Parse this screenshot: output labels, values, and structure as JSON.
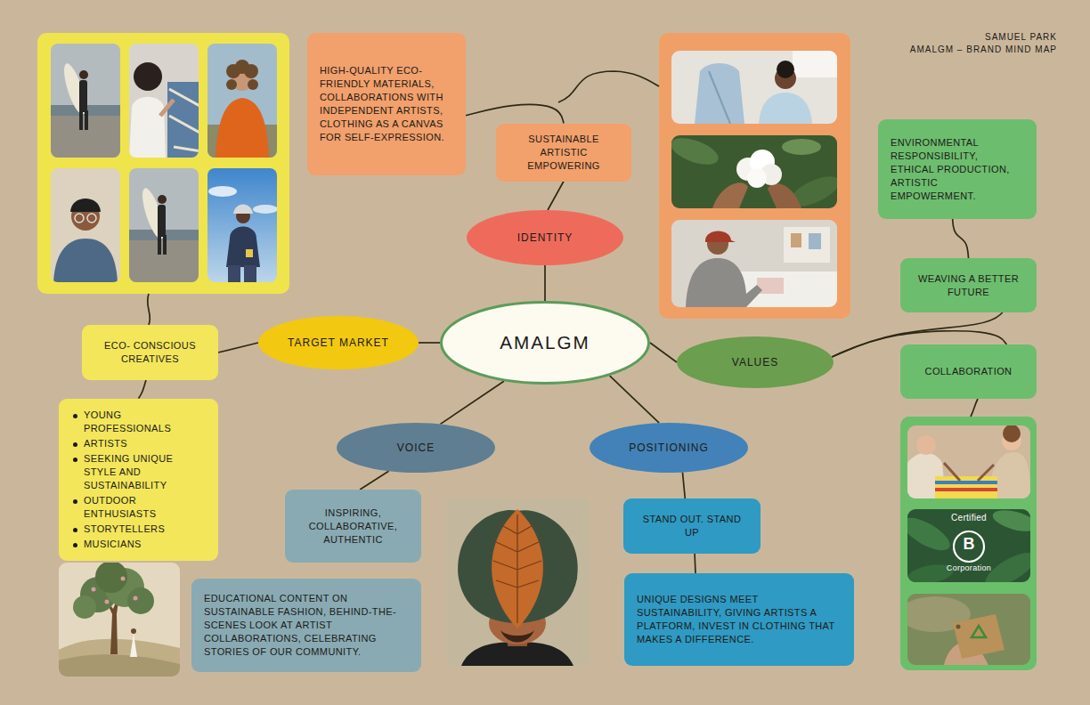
{
  "diagram": {
    "title": "AMALGM – BRAND MIND MAP",
    "nodes": [
      {
        "text": [
          "AMALGM"
        ]
      },
      {
        "text": [
          "IDENTITY"
        ]
      },
      {
        "text": [
          "SUSTAINABLE ARTISTIC EMPOWERING"
        ]
      },
      {
        "text": [
          "HIGH-QUALITY ECO-FRIENDLY MATERIALS, COLLABORATIONS WITH INDEPENDENT ARTISTS, CLOTHING AS A CANVAS FOR SELF-EXPRESSION."
        ]
      },
      {
        "text": [
          "TARGET MARKET"
        ]
      },
      {
        "text": [
          "ECO- CONSCIOUS CREATIVES"
        ]
      },
      {
        "text": [
          "YOUNG PROFESSIONALS",
          "ARTISTS",
          "SEEKING UNIQUE STYLE AND SUSTAINABILITY",
          "OUTDOOR ENTHUSIASTS",
          "STORYTELLERS",
          "MUSICIANS"
        ]
      },
      {
        "text": [
          "VALUES"
        ]
      },
      {
        "text": [
          "WEAVING A BETTER FUTURE"
        ]
      },
      {
        "text": [
          "ENVIRONMENTAL RESPONSIBILITY, ETHICAL PRODUCTION, ARTISTIC EMPOWERMENT."
        ]
      },
      {
        "text": [
          "COLLABORATION"
        ]
      },
      {
        "text": [
          "VOICE"
        ]
      },
      {
        "text": [
          "INSPIRING, COLLABORATIVE, AUTHENTIC"
        ]
      },
      {
        "text": [
          "EDUCATIONAL CONTENT ON SUSTAINABLE FASHION, BEHIND-THE-SCENES LOOK AT ARTIST COLLABORATIONS, CELEBRATING STORIES OF OUR COMMUNITY."
        ]
      },
      {
        "text": [
          "POSITIONING"
        ]
      },
      {
        "text": [
          "STAND OUT. STAND UP"
        ]
      },
      {
        "text": [
          "UNIQUE DESIGNS MEET SUSTAINABILITY, GIVING ARTISTS A PLATFORM, INVEST IN CLOTHING THAT MAKES A DIFFERENCE."
        ]
      }
    ],
    "edges": [
      {
        "from": 0,
        "to": 1,
        "arrow": "none"
      },
      {
        "from": 1,
        "to": 2,
        "arrow": "none"
      },
      {
        "from": 2,
        "to": 3,
        "arrow": "none"
      },
      {
        "from": 0,
        "to": 4,
        "arrow": "none"
      },
      {
        "from": 4,
        "to": 5,
        "arrow": "none"
      },
      {
        "from": 5,
        "to": 6,
        "arrow": "none"
      },
      {
        "from": 0,
        "to": 7,
        "arrow": "none"
      },
      {
        "from": 7,
        "to": 8,
        "arrow": "none"
      },
      {
        "from": 8,
        "to": 9,
        "arrow": "none"
      },
      {
        "from": 7,
        "to": 10,
        "arrow": "none"
      },
      {
        "from": 0,
        "to": 11,
        "arrow": "none"
      },
      {
        "from": 11,
        "to": 12,
        "arrow": "none"
      },
      {
        "from": 0,
        "to": 14,
        "arrow": "none"
      },
      {
        "from": 14,
        "to": 15,
        "arrow": "none"
      },
      {
        "from": 15,
        "to": 16,
        "arrow": "none"
      }
    ],
    "labels": [
      "SAMUEL PARK",
      "Certified",
      "B",
      "Corporation"
    ]
  }
}
